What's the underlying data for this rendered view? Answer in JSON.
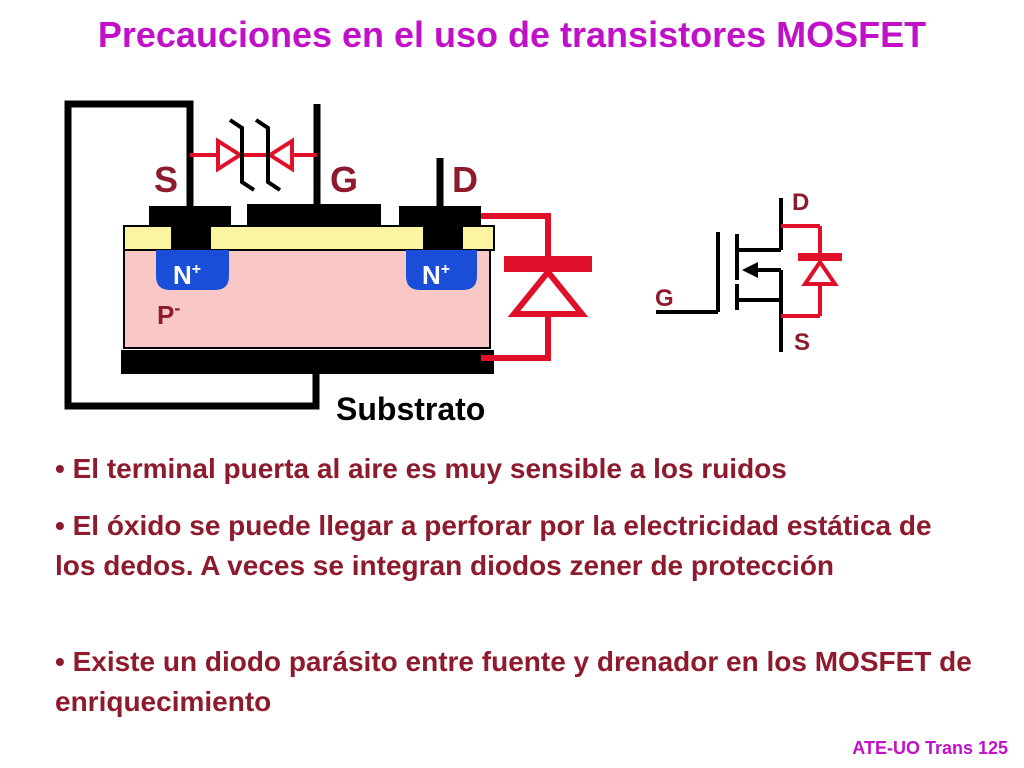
{
  "title": "Precauciones en el uso de transistores MOSFET",
  "diagram": {
    "label_s": "S",
    "label_g": "G",
    "label_d": "D",
    "n_left": "N",
    "n_right": "N",
    "n_sup": "+",
    "p_main": "P",
    "p_sup": "-",
    "substrate": "Substrato",
    "symbol_d": "D",
    "symbol_g": "G",
    "symbol_s": "S"
  },
  "colors": {
    "title": "#c010c8",
    "text": "#8e1a2e",
    "diode": "#e0102a",
    "substrate": "#f9c8c6",
    "oxide": "#fbf4a0",
    "n_region": "#1a4ed8"
  },
  "bullets": [
    "• El terminal puerta al aire es muy sensible a los ruidos",
    "• El óxido se puede llegar a perforar por la electricidad estática de los dedos. A veces se integran diodos zener de protección",
    "• Existe un diodo parásito entre fuente y drenador en los MOSFET de enriquecimiento"
  ],
  "footer": "ATE-UO Trans 125"
}
